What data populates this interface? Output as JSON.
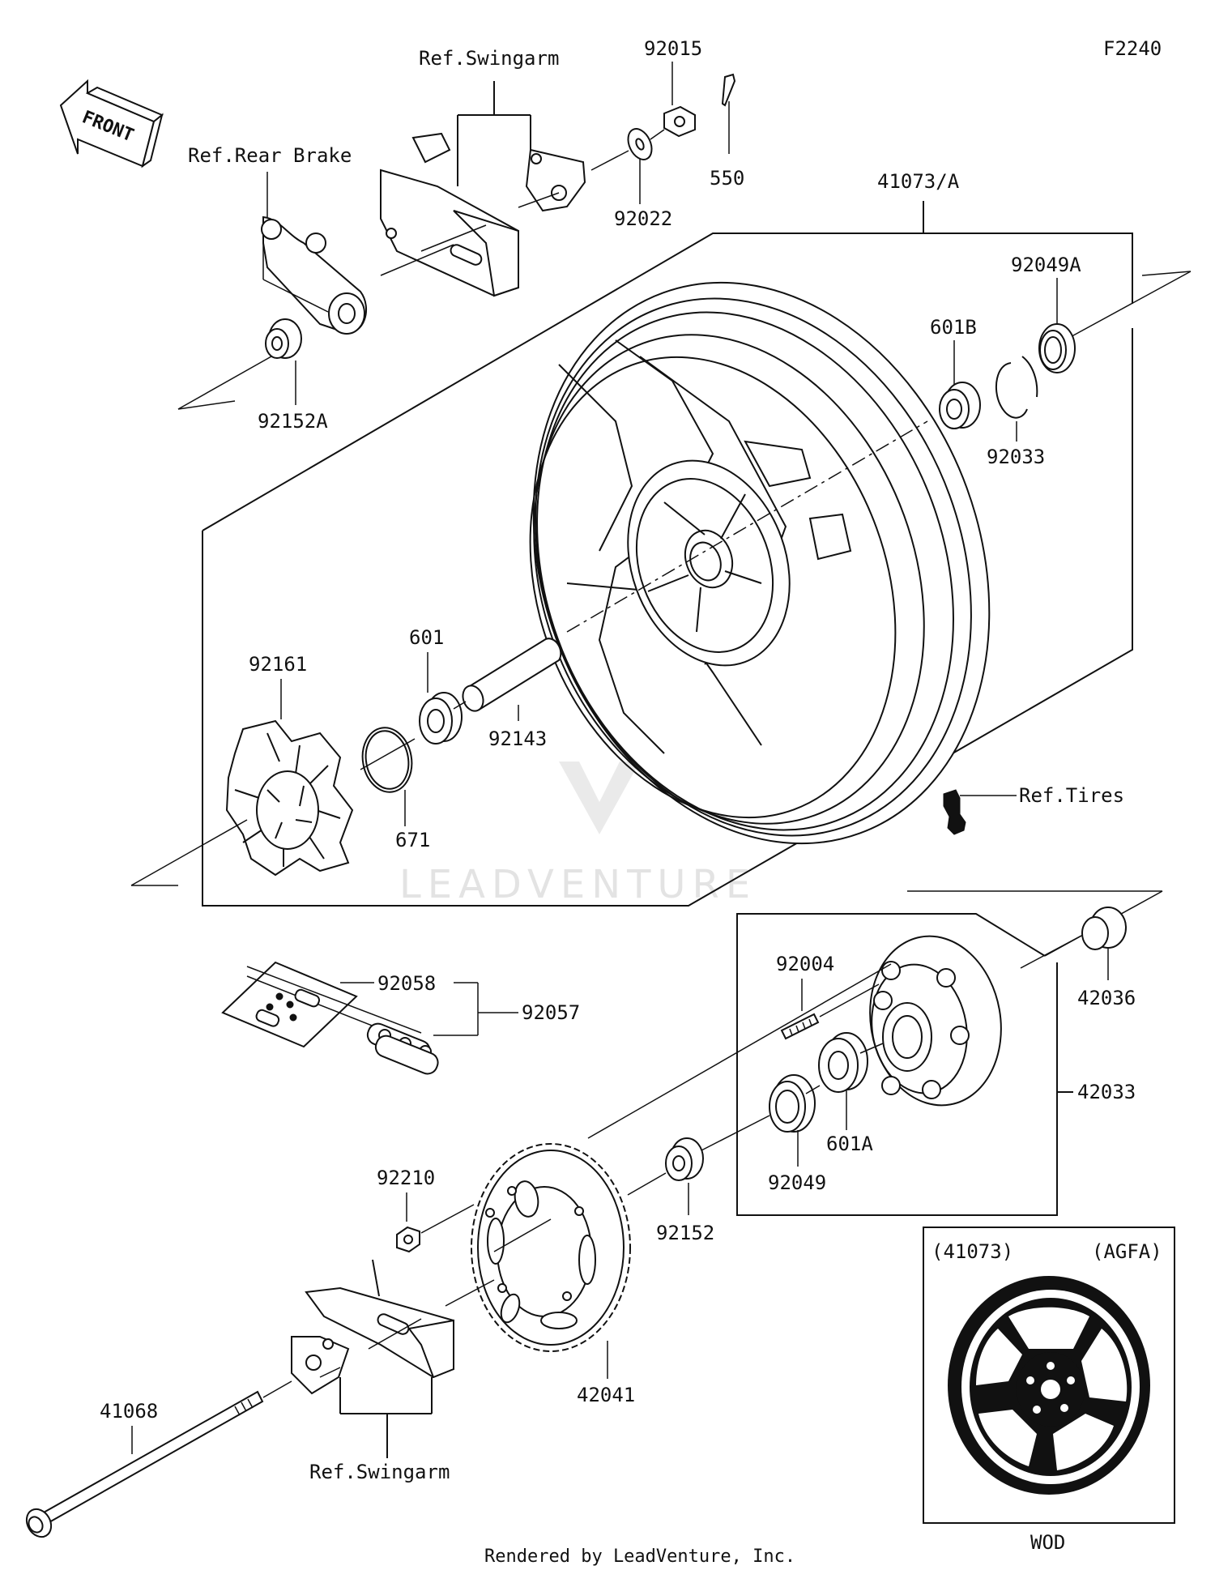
{
  "diagram_code": "F2240",
  "front_arrow_label": "FRONT",
  "watermark_text": "LEADVENTURE",
  "footer": "Rendered by LeadVenture, Inc.",
  "inset": {
    "left_label": "(41073)",
    "right_label": "(AGFA)",
    "bottom_label": "WOD"
  },
  "refs": {
    "swingarm_top": "Ref.Swingarm",
    "rear_brake": "Ref.Rear Brake",
    "tires": "Ref.Tires",
    "swingarm_bottom": "Ref.Swingarm"
  },
  "parts": {
    "p92015": "92015",
    "p550": "550",
    "p92022": "92022",
    "p41073a": "41073/A",
    "p92049a": "92049A",
    "p601b": "601B",
    "p92033": "92033",
    "p92152a": "92152A",
    "p92161": "92161",
    "p601": "601",
    "p92143": "92143",
    "p671": "671",
    "p92004": "92004",
    "p42036": "42036",
    "p92058": "92058",
    "p92057": "92057",
    "p42033": "42033",
    "p601a": "601A",
    "p92049": "92049",
    "p92210": "92210",
    "p92152": "92152",
    "p42041": "42041",
    "p41068": "41068"
  },
  "colors": {
    "line": "#111111",
    "background": "#ffffff",
    "watermark": "#dddddd"
  }
}
